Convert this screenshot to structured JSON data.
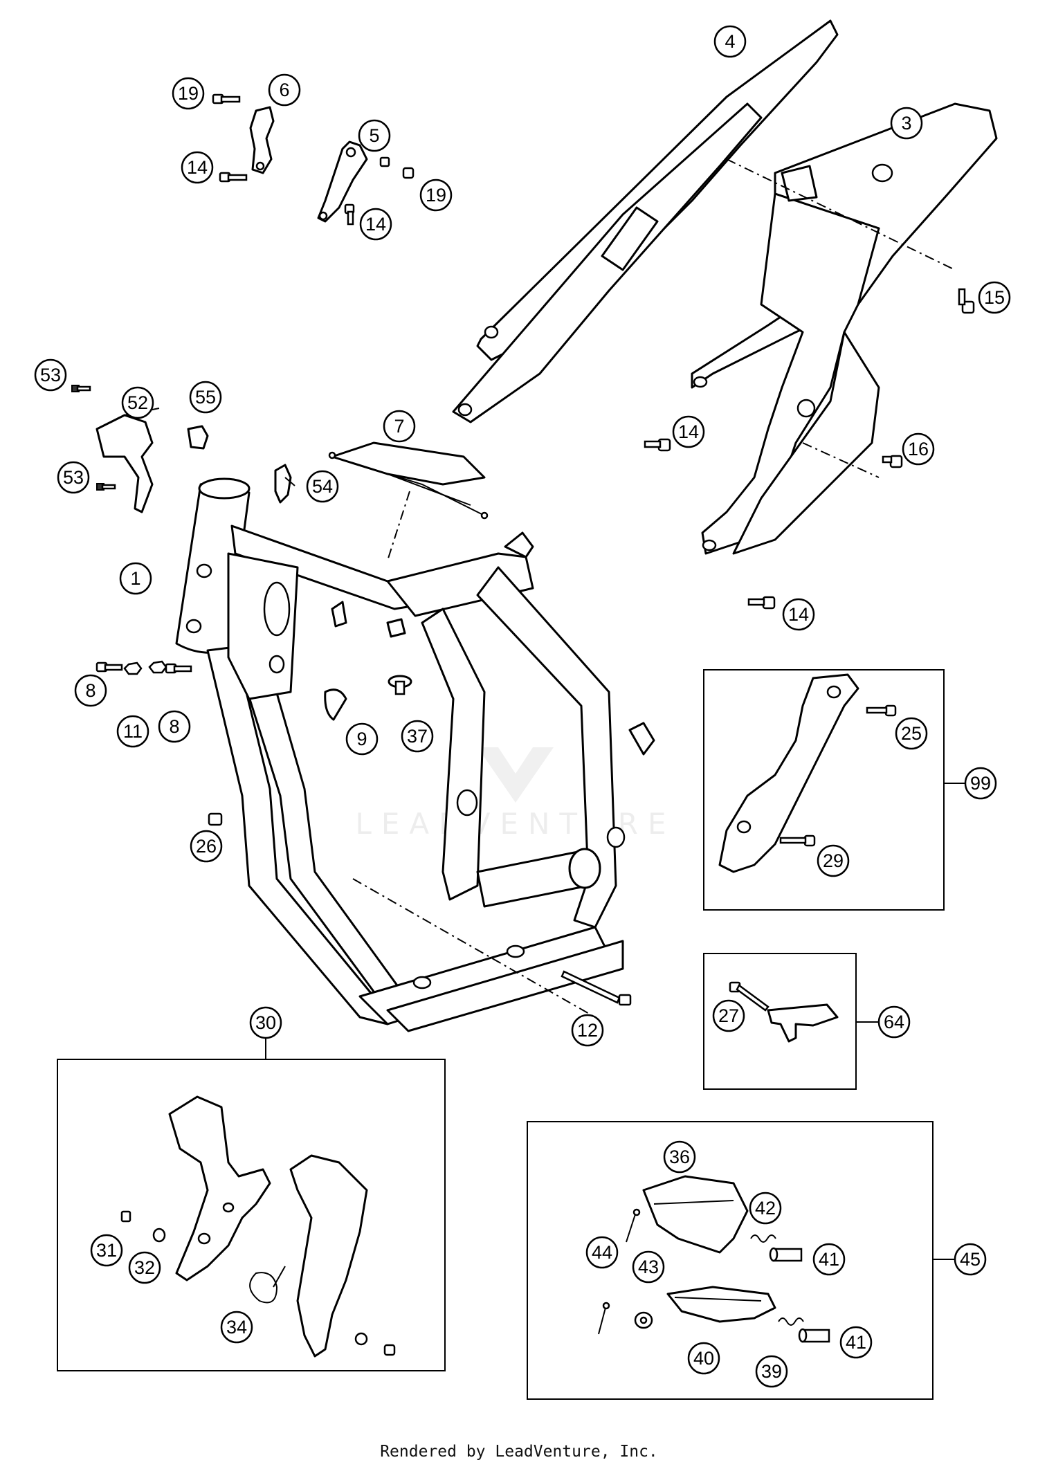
{
  "diagram": {
    "watermark": "LEADVENTURE",
    "callouts": [
      {
        "id": "c1",
        "label": "1"
      },
      {
        "id": "c3",
        "label": "3"
      },
      {
        "id": "c4",
        "label": "4"
      },
      {
        "id": "c5",
        "label": "5"
      },
      {
        "id": "c6",
        "label": "6"
      },
      {
        "id": "c7",
        "label": "7"
      },
      {
        "id": "c8a",
        "label": "8"
      },
      {
        "id": "c8b",
        "label": "8"
      },
      {
        "id": "c9",
        "label": "9"
      },
      {
        "id": "c11",
        "label": "11"
      },
      {
        "id": "c12",
        "label": "12"
      },
      {
        "id": "c14a",
        "label": "14"
      },
      {
        "id": "c14b",
        "label": "14"
      },
      {
        "id": "c14c",
        "label": "14"
      },
      {
        "id": "c14d",
        "label": "14"
      },
      {
        "id": "c15",
        "label": "15"
      },
      {
        "id": "c16",
        "label": "16"
      },
      {
        "id": "c19a",
        "label": "19"
      },
      {
        "id": "c19b",
        "label": "19"
      },
      {
        "id": "c25",
        "label": "25"
      },
      {
        "id": "c26",
        "label": "26"
      },
      {
        "id": "c27",
        "label": "27"
      },
      {
        "id": "c29",
        "label": "29"
      },
      {
        "id": "c30",
        "label": "30"
      },
      {
        "id": "c31",
        "label": "31"
      },
      {
        "id": "c32",
        "label": "32"
      },
      {
        "id": "c34",
        "label": "34"
      },
      {
        "id": "c36",
        "label": "36"
      },
      {
        "id": "c37",
        "label": "37"
      },
      {
        "id": "c39",
        "label": "39"
      },
      {
        "id": "c40",
        "label": "40"
      },
      {
        "id": "c41a",
        "label": "41"
      },
      {
        "id": "c41b",
        "label": "41"
      },
      {
        "id": "c42",
        "label": "42"
      },
      {
        "id": "c43",
        "label": "43"
      },
      {
        "id": "c44",
        "label": "44"
      },
      {
        "id": "c45",
        "label": "45"
      },
      {
        "id": "c52",
        "label": "52"
      },
      {
        "id": "c53a",
        "label": "53"
      },
      {
        "id": "c53b",
        "label": "53"
      },
      {
        "id": "c54",
        "label": "54"
      },
      {
        "id": "c55",
        "label": "55"
      },
      {
        "id": "c64",
        "label": "64"
      },
      {
        "id": "c99",
        "label": "99"
      }
    ]
  },
  "footer": {
    "text": "Rendered by LeadVenture, Inc."
  }
}
